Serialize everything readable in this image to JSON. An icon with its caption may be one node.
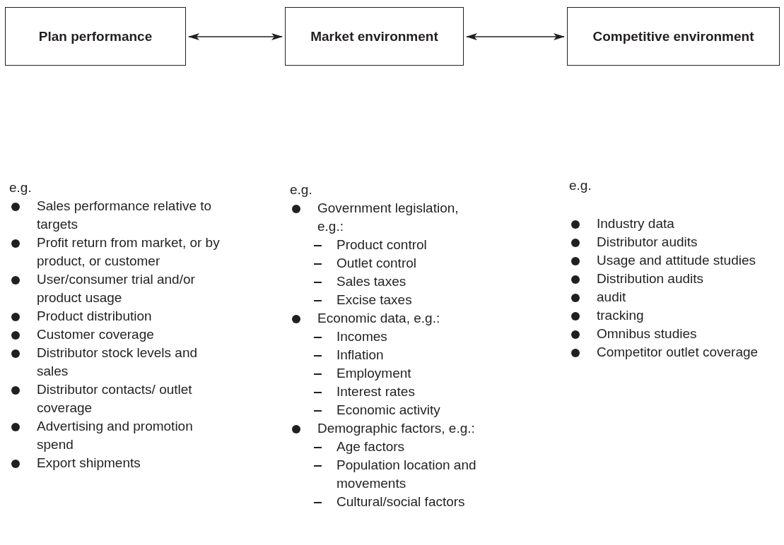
{
  "diagram": {
    "nodes": [
      {
        "text": [
          "Plan performance"
        ],
        "beside": [
          "e.g.",
          "Sales performance relative to targets",
          "Profit return from market, or by product, or customer",
          "User/consumer trial and/or product usage",
          "Product distribution",
          "Customer coverage",
          "Distributor stock levels and sales",
          "Distributor contacts/ outlet coverage",
          "Advertising and promotion spend",
          "Export shipments"
        ]
      },
      {
        "text": [
          "Market environment"
        ],
        "beside": [
          "e.g.",
          "Government legislation, e.g.:",
          "Product control",
          "Outlet control",
          "Sales taxes",
          "Excise taxes",
          "Economic data, e.g.:",
          "Incomes",
          "Inflation",
          "Employment",
          "Interest rates",
          "Economic activity",
          "Demographic factors, e.g.:",
          "Age factors",
          "Population location and movements",
          "Cultural/social factors"
        ]
      },
      {
        "text": [
          "Competitive environment"
        ],
        "beside": [
          "e.g.",
          "Industry data",
          "Distributor audits",
          "Usage and attitude studies",
          "Distribution audits",
          "audit",
          "tracking",
          "Omnibus studies",
          "Competitor outlet coverage"
        ]
      }
    ],
    "edges": [
      {
        "from": 0,
        "to": 1,
        "arrow": "both"
      },
      {
        "from": 1,
        "to": 2,
        "arrow": "both"
      }
    ]
  }
}
